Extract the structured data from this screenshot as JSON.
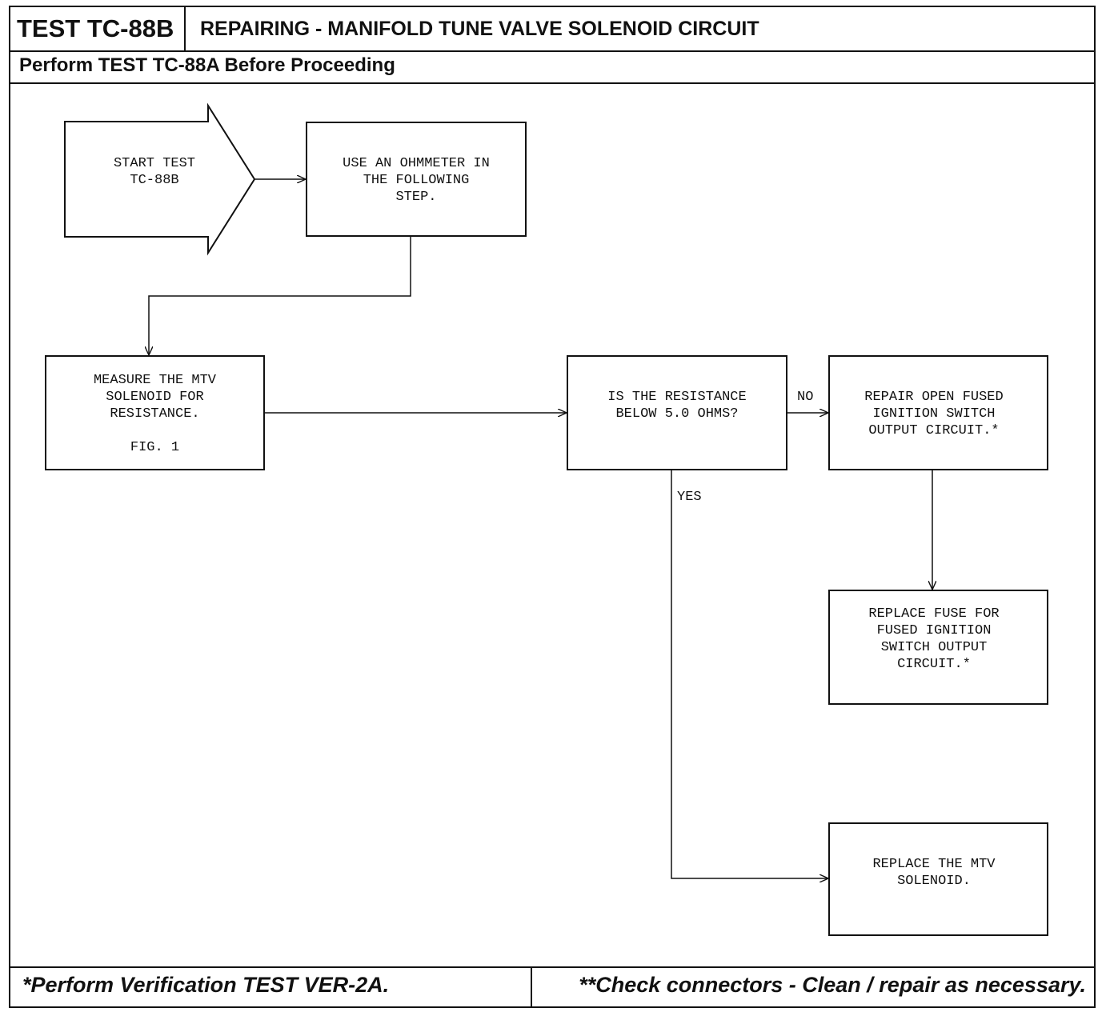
{
  "header": {
    "test_id": "TEST TC-88B",
    "title": "REPAIRING - MANIFOLD TUNE VALVE SOLENOID CIRCUIT",
    "subtitle": "Perform TEST TC-88A Before Proceeding"
  },
  "flowchart": {
    "start": "START TEST\nTC-88B",
    "use_ohmmeter": "USE AN OHMMETER IN\nTHE FOLLOWING\nSTEP.",
    "measure": "MEASURE THE MTV\nSOLENOID FOR\nRESISTANCE.\n\nFIG. 1",
    "question": "IS THE RESISTANCE\nBELOW 5.0 OHMS?",
    "label_no": "NO",
    "label_yes": "YES",
    "repair_open": "REPAIR OPEN FUSED\nIGNITION SWITCH\nOUTPUT CIRCUIT.*",
    "replace_fuse": "REPLACE FUSE FOR\nFUSED IGNITION\nSWITCH OUTPUT\nCIRCUIT.*",
    "replace_mtv": "REPLACE THE MTV\nSOLENOID."
  },
  "footer": {
    "left_note": "*Perform Verification TEST VER-2A.",
    "right_note": "**Check connectors - Clean / repair as necessary."
  }
}
